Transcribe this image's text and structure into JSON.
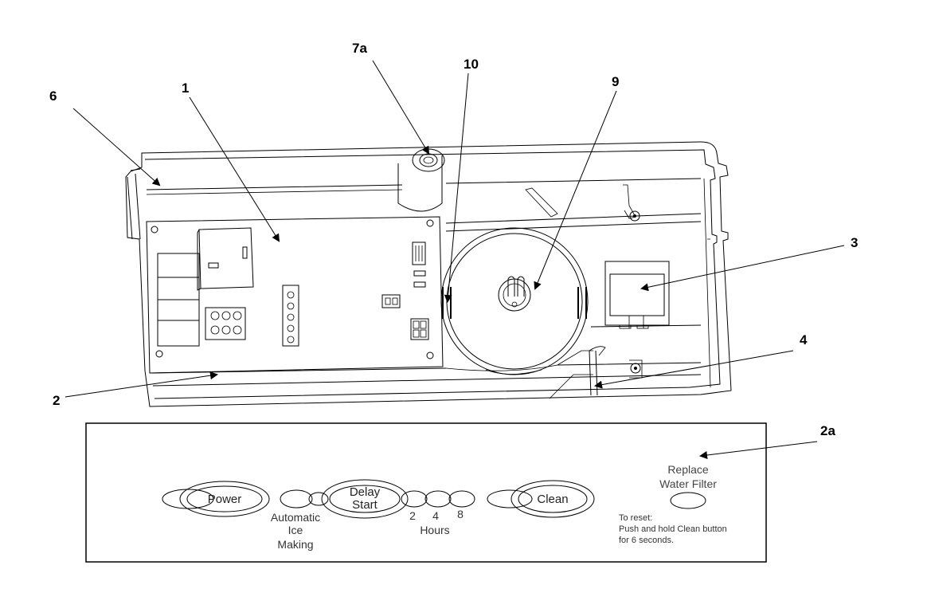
{
  "callouts": {
    "c1": "1",
    "c2": "2",
    "c2a": "2a",
    "c3": "3",
    "c4": "4",
    "c6": "6",
    "c7a": "7a",
    "c9": "9",
    "c10": "10"
  },
  "control_panel": {
    "power_button": "Power",
    "automatic_ice_line1": "Automatic",
    "automatic_ice_line2": "Ice",
    "automatic_ice_line3": "Making",
    "delay_start_line1": "Delay",
    "delay_start_line2": "Start",
    "hours_2": "2",
    "hours_4": "4",
    "hours_8": "8",
    "hours_label": "Hours",
    "clean_button": "Clean",
    "replace_filter_line1": "Replace",
    "replace_filter_line2": "Water Filter",
    "reset_line1": "To reset:",
    "reset_line2": "Push and hold Clean button",
    "reset_line3": "for 6 seconds."
  }
}
